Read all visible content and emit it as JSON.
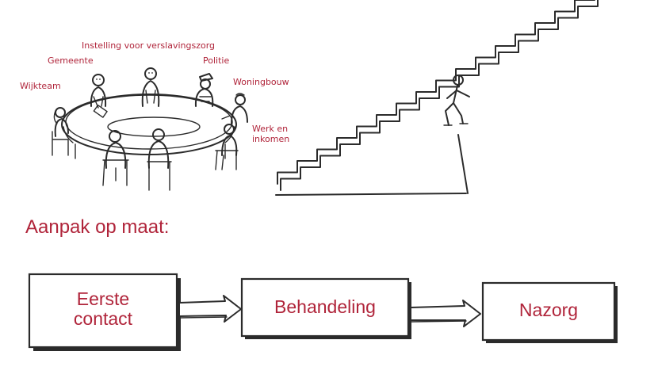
{
  "labels": {
    "institution": "Instelling voor verslavingszorg",
    "municipality": "Gemeente",
    "police": "Politie",
    "neighborhood_team": "Wijkteam",
    "housing": "Woningbouw",
    "work_income_line1": "Werk en",
    "work_income_line2": "inkomen"
  },
  "heading": "Aanpak op maat:",
  "steps": {
    "first_contact_line1": "Eerste",
    "first_contact_line2": "contact",
    "treatment": "Behandeling",
    "aftercare": "Nazorg"
  },
  "colors": {
    "accent": "#b0243a",
    "ink": "#2b2b2b",
    "background": "#ffffff"
  }
}
